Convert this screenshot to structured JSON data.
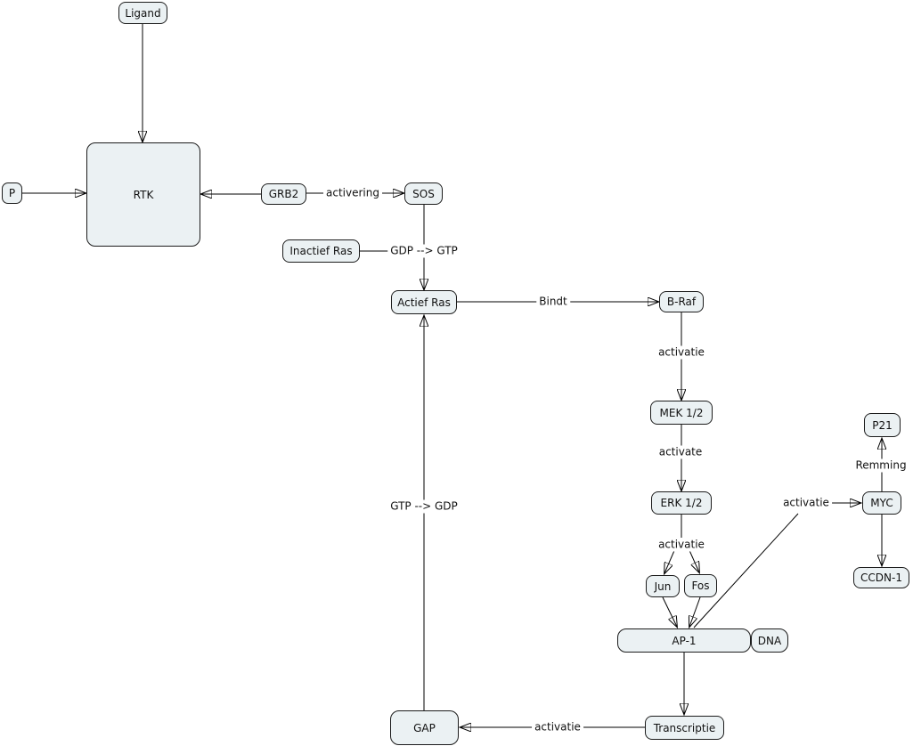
{
  "colors": {
    "background": "#ffffff",
    "node_fill": "#ebf1f3",
    "node_border": "#1c1c1c",
    "edge_stroke": "#000000"
  },
  "nodes": {
    "ligand": {
      "label": "Ligand"
    },
    "p": {
      "label": "P"
    },
    "rtk": {
      "label": "RTK"
    },
    "grb2": {
      "label": "GRB2"
    },
    "sos": {
      "label": "SOS"
    },
    "inactief_ras": {
      "label": "Inactief Ras"
    },
    "actief_ras": {
      "label": "Actief Ras"
    },
    "braf": {
      "label": "B-Raf"
    },
    "mek": {
      "label": "MEK 1/2"
    },
    "erk": {
      "label": "ERK 1/2"
    },
    "jun": {
      "label": "Jun"
    },
    "fos": {
      "label": "Fos"
    },
    "ap1": {
      "label": "AP-1"
    },
    "dna": {
      "label": "DNA"
    },
    "transcriptie": {
      "label": "Transcriptie"
    },
    "gap": {
      "label": "GAP"
    },
    "myc": {
      "label": "MYC"
    },
    "p21": {
      "label": "P21"
    },
    "ccdn1": {
      "label": "CCDN-1"
    }
  },
  "edges": [
    {
      "from": "ligand",
      "to": "rtk",
      "label": ""
    },
    {
      "from": "p",
      "to": "rtk",
      "label": ""
    },
    {
      "from": "grb2",
      "to": "rtk",
      "label": ""
    },
    {
      "from": "grb2",
      "to": "sos",
      "label": "activering"
    },
    {
      "from": "sos",
      "to": "actief_ras",
      "label": "GDP --> GTP"
    },
    {
      "from": "inactief_ras",
      "to": "actief_ras",
      "label": ""
    },
    {
      "from": "actief_ras",
      "to": "braf",
      "label": "Bindt"
    },
    {
      "from": "braf",
      "to": "mek",
      "label": "activatie"
    },
    {
      "from": "mek",
      "to": "erk",
      "label": "activate"
    },
    {
      "from": "erk",
      "to": "jun",
      "label": "activatie"
    },
    {
      "from": "erk",
      "to": "fos",
      "label": ""
    },
    {
      "from": "jun",
      "to": "ap1",
      "label": ""
    },
    {
      "from": "fos",
      "to": "ap1",
      "label": ""
    },
    {
      "from": "ap1",
      "to": "myc",
      "label": "activatie"
    },
    {
      "from": "myc",
      "to": "p21",
      "label": "Remming"
    },
    {
      "from": "myc",
      "to": "ccdn1",
      "label": ""
    },
    {
      "from": "ap1",
      "to": "transcriptie",
      "label": ""
    },
    {
      "from": "transcriptie",
      "to": "gap",
      "label": "activatie"
    },
    {
      "from": "gap",
      "to": "actief_ras",
      "label": "GTP --> GDP"
    }
  ]
}
